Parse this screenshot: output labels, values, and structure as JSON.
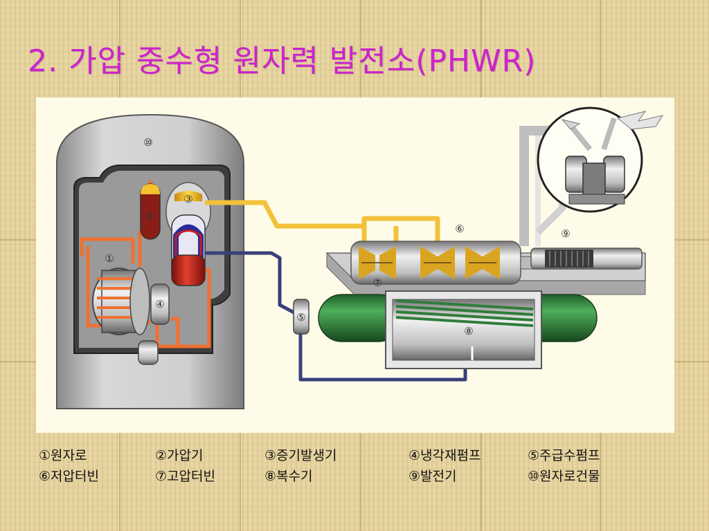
{
  "title": "2. 가압 중수형 원자력 발전소(PHWR)",
  "diagram": {
    "markers": [
      "⑩",
      "②",
      "③",
      "①",
      "④",
      "⑤",
      "⑥",
      "⑦",
      "⑧",
      "⑨"
    ]
  },
  "legend": [
    [
      "①원자로",
      "②가압기",
      "③증기발생기",
      "④냉각재펌프",
      "⑤주급수펌프"
    ],
    [
      "⑥저압터빈",
      "⑦고압터빈",
      "⑧복수기",
      "⑨발전기",
      "⑩원자로건물"
    ]
  ],
  "colors": {
    "title": "#cc22cc",
    "steam_pipe": "#f2c23a",
    "coolant_pipe": "#f07030",
    "feedwater_pipe": "#38407a",
    "condenser_tube": "#2f7d3a",
    "vessel_red": "#c8201a"
  }
}
